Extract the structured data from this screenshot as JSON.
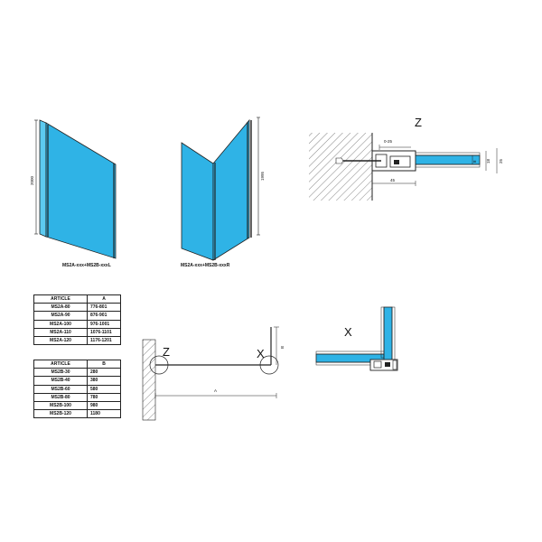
{
  "colors": {
    "glass": "#2fb3e6",
    "glass_light": "#9adcf5",
    "line": "#222222"
  },
  "views": {
    "left_caption": "MS2A-xxx+MS2B-xxxL",
    "right_caption": "MS2A-xxx+MS2B-xxxR",
    "left_height": "2000",
    "right_height": "1995"
  },
  "detail_z": {
    "label": "Z",
    "dims": {
      "gap": "0-25",
      "width": "45",
      "d1": "8",
      "d2": "18",
      "d3": "25"
    }
  },
  "plan": {
    "label_z": "Z",
    "label_x": "X",
    "dim_a": "A",
    "dim_b": "B"
  },
  "detail_x": {
    "label": "X"
  },
  "table_a": {
    "header": [
      "ARTICLE",
      "A"
    ],
    "rows": [
      [
        "MS2A-80",
        "776-801"
      ],
      [
        "MS2A-90",
        "876-901"
      ],
      [
        "MS2A-100",
        "976-1001"
      ],
      [
        "MS2A-110",
        "1076-1101"
      ],
      [
        "MS2A-120",
        "1176-1201"
      ]
    ]
  },
  "table_b": {
    "header": [
      "ARTICLE",
      "B"
    ],
    "rows": [
      [
        "MS2B-30",
        "280"
      ],
      [
        "MS2B-40",
        "380"
      ],
      [
        "MS2B-60",
        "580"
      ],
      [
        "MS2B-80",
        "780"
      ],
      [
        "MS2B-100",
        "980"
      ],
      [
        "MS2B-120",
        "1180"
      ]
    ]
  }
}
